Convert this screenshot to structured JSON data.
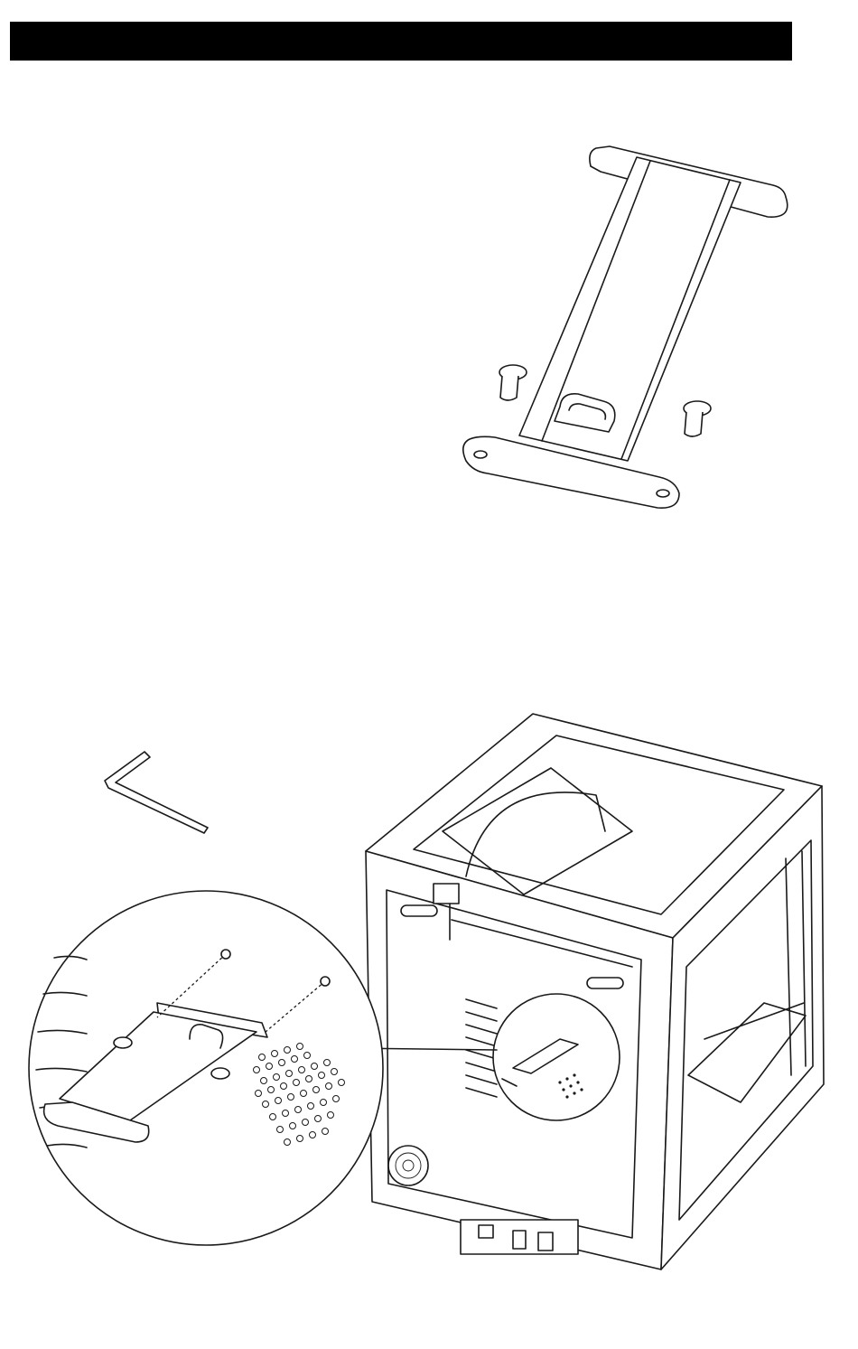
{
  "header": {
    "title": ""
  },
  "figures": [
    {
      "id": "handle-with-screws"
    },
    {
      "id": "hex-key"
    },
    {
      "id": "printer-rear-with-zoom-detail"
    }
  ],
  "colors": {
    "header_bg": "#000000",
    "line": "#1a1a1a",
    "background": "#ffffff"
  }
}
